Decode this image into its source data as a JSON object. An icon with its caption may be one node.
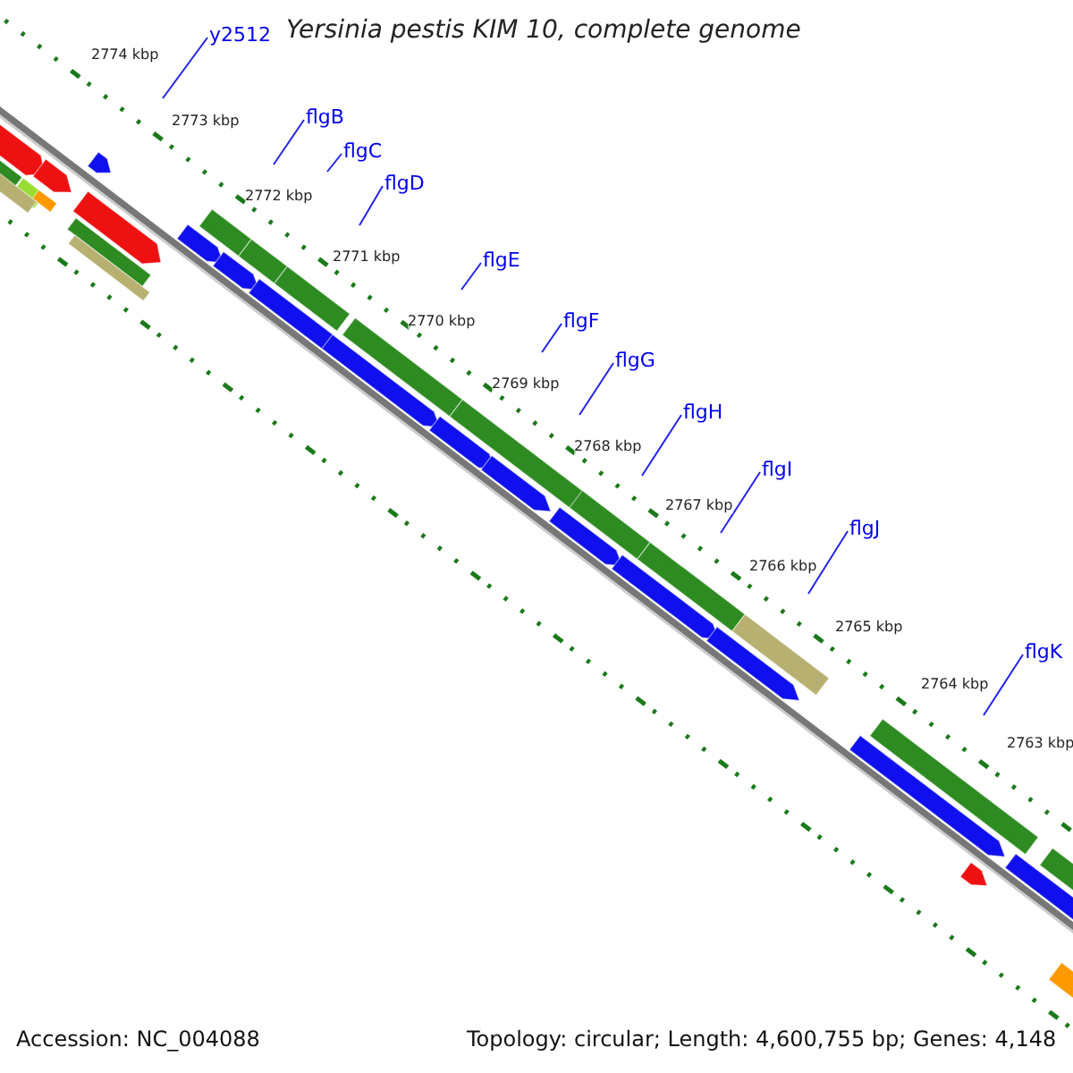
{
  "diagram": {
    "title": "Yersinia pestis KIM 10, complete genome",
    "nodes": [
      {
        "text": [
          "y2512"
        ]
      },
      {
        "text": [
          "flgB"
        ]
      },
      {
        "text": [
          "flgC"
        ]
      },
      {
        "text": [
          "flgD"
        ]
      },
      {
        "text": [
          "flgE"
        ]
      },
      {
        "text": [
          "flgF"
        ]
      },
      {
        "text": [
          "flgG"
        ]
      },
      {
        "text": [
          "flgH"
        ]
      },
      {
        "text": [
          "flgI"
        ]
      },
      {
        "text": [
          "flgJ"
        ]
      },
      {
        "text": [
          "flgK"
        ]
      }
    ],
    "edges": [
      {
        "from": 0,
        "to": null,
        "arrow": "none"
      },
      {
        "from": 1,
        "to": null,
        "arrow": "none"
      },
      {
        "from": 2,
        "to": null,
        "arrow": "none"
      },
      {
        "from": 3,
        "to": null,
        "arrow": "none"
      },
      {
        "from": 4,
        "to": null,
        "arrow": "none"
      },
      {
        "from": 5,
        "to": null,
        "arrow": "none"
      },
      {
        "from": 6,
        "to": null,
        "arrow": "none"
      },
      {
        "from": 7,
        "to": null,
        "arrow": "none"
      },
      {
        "from": 8,
        "to": null,
        "arrow": "none"
      },
      {
        "from": 9,
        "to": null,
        "arrow": "none"
      },
      {
        "from": 10,
        "to": null,
        "arrow": "none"
      }
    ],
    "labels": [
      "2774 kbp",
      "2773 kbp",
      "2772 kbp",
      "2771 kbp",
      "2770 kbp",
      "2769 kbp",
      "2768 kbp",
      "2767 kbp",
      "2766 kbp",
      "2765 kbp",
      "2764 kbp",
      "2763 kbp",
      "Accession: NC_004088",
      "Topology: circular; Length: 4,600,755 bp; Genes: 4,148"
    ]
  }
}
